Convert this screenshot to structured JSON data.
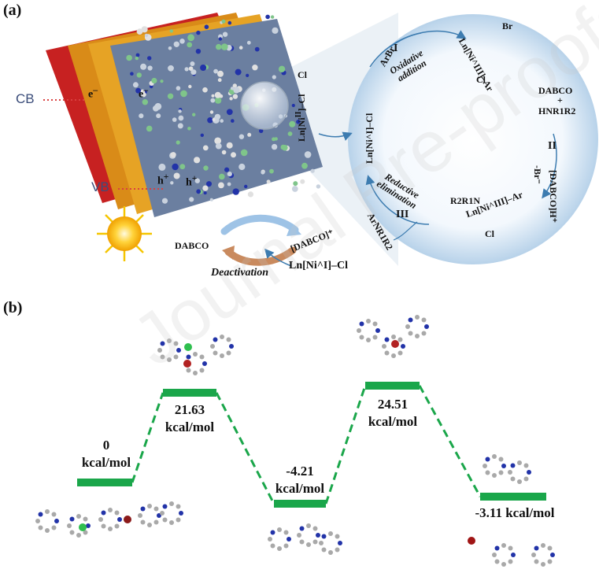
{
  "panels": {
    "a": "(a)",
    "b": "(b)"
  },
  "bands": {
    "cb": "CB",
    "vb": "VB",
    "electron": "e",
    "hole": "h"
  },
  "catalyst": {
    "complex_left": "Ln[Ni",
    "complex_ox": "II",
    "complex_right": "]–Cl",
    "complex_cl": "Cl"
  },
  "cycle": {
    "ni1": "Ln[Ni^I]–Cl",
    "arbr": "ArBr",
    "step1": "I",
    "oxidative_1": "Oxidative",
    "oxidative_2": "addition",
    "ni3_top_br": "Br",
    "ni3_top": "Ln[Ni^III]–Ar",
    "ni3_top_cl": "Cl",
    "dabco_1": "DABCO",
    "dabco_plus": "+",
    "amine": "HNR1R2",
    "step2": "II",
    "minus_br": "-Br⁻",
    "dabco_h": "[DABCO]H⁺",
    "ni3_bottom_amine": "R2R1N",
    "ni3_bottom": "Ln[Ni^III]–Ar",
    "ni3_bottom_cl": "Cl",
    "step3": "III",
    "reductive_1": "Reductive",
    "reductive_2": "elimination",
    "product": "ArNR1R2"
  },
  "deactivation": {
    "dabco": "DABCO",
    "dabco_radical": "[DABCO]⁺",
    "label": "Deactivation",
    "ni1": "Ln[Ni^I]–Cl"
  },
  "watermark": "Journal Pre-proofs",
  "energy_levels": [
    {
      "value": "0",
      "unit": "kcal/mol"
    },
    {
      "value": "21.63",
      "unit": "kcal/mol"
    },
    {
      "value": "-4.21",
      "unit": "kcal/mol"
    },
    {
      "value": "24.51",
      "unit": "kcal/mol"
    },
    {
      "value": "-3.11 kcal/mol",
      "unit": ""
    }
  ],
  "colors": {
    "level": "#1aa64a",
    "connector": "#1aa64a",
    "arrow": "#3d7cb0",
    "cb_line": "#d94040"
  }
}
